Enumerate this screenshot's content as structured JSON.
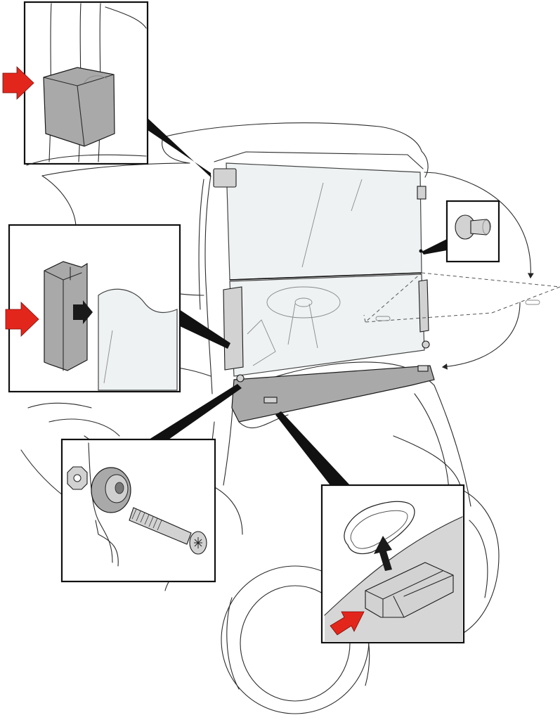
{
  "figure": {
    "accent_color": "#e3261c",
    "line_color": "#1a1a1a",
    "part_color": "#a9a9a9",
    "glass_color": "#eef2f3"
  },
  "callouts": [
    {
      "id": "top-left",
      "subject": "windshield-upper-clip",
      "has_pointer_arrow": true
    },
    {
      "id": "mid-left",
      "subject": "side-channel-molding",
      "has_pointer_arrow": true
    },
    {
      "id": "upper-right",
      "subject": "mounting-stud"
    },
    {
      "id": "lower-left",
      "subject": "bolt-grommet-nut"
    },
    {
      "id": "lower-right",
      "subject": "bottom-slot-clip",
      "has_pointer_arrow": true
    }
  ]
}
